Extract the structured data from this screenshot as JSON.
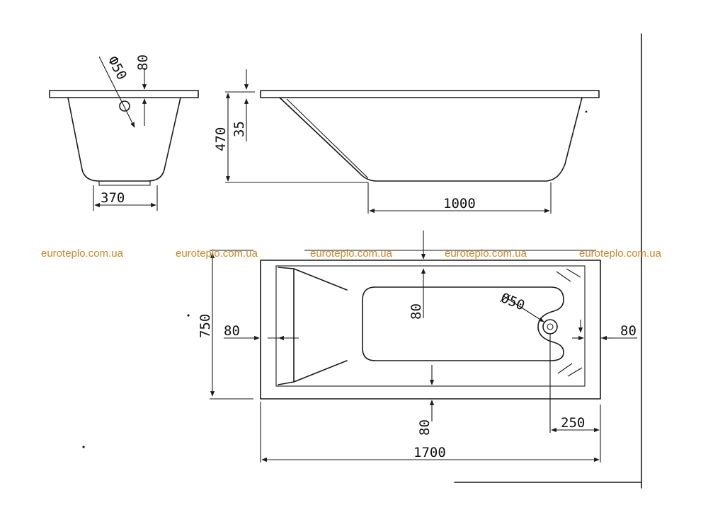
{
  "watermark": "euroteplo.com.ua",
  "colors": {
    "line": "#1a1a1a",
    "watermark": "#c8862a",
    "background": "#ffffff"
  },
  "dimensions": {
    "end_drain": "Ф50",
    "end_top_depth": "80",
    "end_bottom_width": "370",
    "height_total": "470",
    "rim_height": "35",
    "floor_length": "1000",
    "plan_top_margin": "80",
    "plan_left_margin": "80",
    "plan_drain": "Ø50",
    "plan_right_margin": "80",
    "plan_width": "750",
    "plan_bottom_margin": "80",
    "drain_offset": "250",
    "plan_length": "1700"
  }
}
